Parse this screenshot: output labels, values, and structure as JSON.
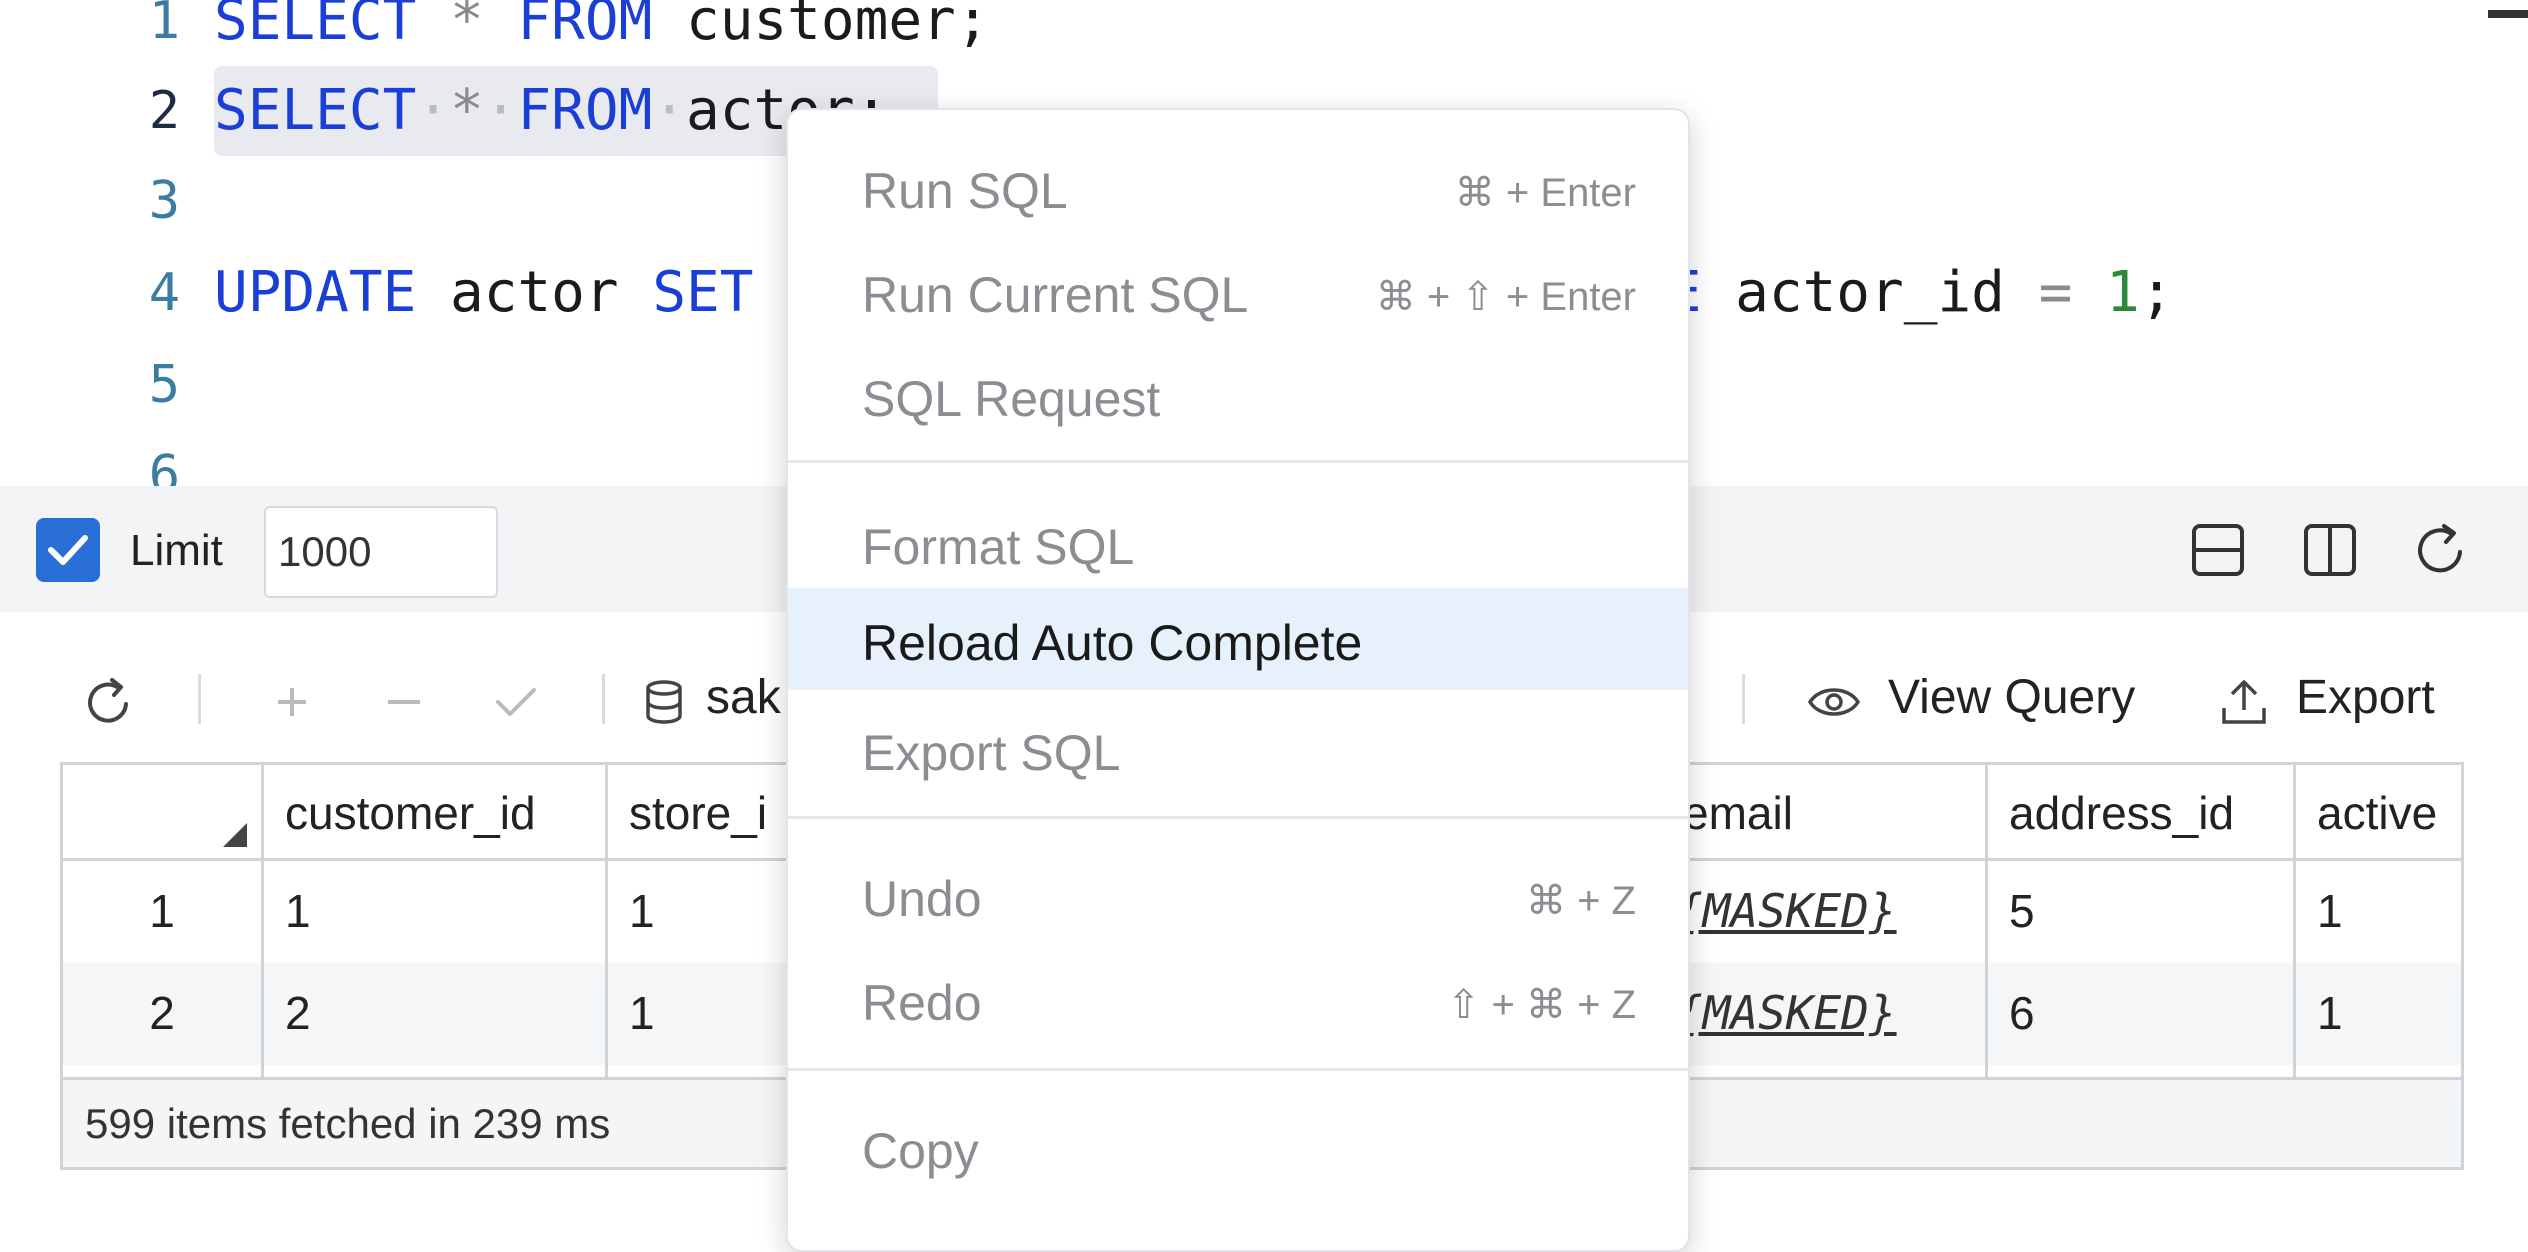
{
  "editor": {
    "lines": [
      {
        "num": "1",
        "segments": [
          [
            "kw",
            "SELECT"
          ],
          [
            "",
            ""
          ],
          [
            "op",
            " * "
          ],
          [
            "kw",
            "FROM"
          ],
          [
            "",
            " customer;"
          ]
        ]
      },
      {
        "num": "2",
        "segments": [
          [
            "kw",
            "SELECT"
          ],
          [
            "dot",
            "·"
          ],
          [
            "op",
            "*"
          ],
          [
            "dot",
            "·"
          ],
          [
            "kw",
            "FROM"
          ],
          [
            "dot",
            "·"
          ],
          [
            "",
            "actor;"
          ]
        ]
      },
      {
        "num": "3",
        "segments": []
      },
      {
        "num": "4",
        "segments": [
          [
            "kw",
            "UPDATE"
          ],
          [
            "",
            " actor "
          ],
          [
            "kw",
            "SET"
          ]
        ]
      },
      {
        "num": "5",
        "segments": []
      },
      {
        "num": "6",
        "segments": []
      }
    ],
    "line4_tail": [
      [
        "kw",
        "RE"
      ],
      [
        "",
        " actor_id "
      ],
      [
        "op",
        "="
      ],
      [
        "",
        " "
      ],
      [
        "num",
        "1"
      ],
      [
        "",
        ";"
      ]
    ]
  },
  "options": {
    "limit_label": "Limit",
    "limit_value": "1000",
    "limit_checked": true
  },
  "toolbar": {
    "datasource_label": "sak",
    "view_query_label": "View Query",
    "export_label": "Export"
  },
  "grid": {
    "columns": [
      {
        "key": "rownum",
        "label": ""
      },
      {
        "key": "customer_id",
        "label": "customer_id"
      },
      {
        "key": "store_id",
        "label": "store_i"
      },
      {
        "key": "email",
        "label": "email"
      },
      {
        "key": "address_id",
        "label": "address_id"
      },
      {
        "key": "active",
        "label": "active"
      }
    ],
    "rows": [
      {
        "rownum": "1",
        "customer_id": "1",
        "store_id": "1",
        "email": "{MASKED}",
        "address_id": "5",
        "active": "1"
      },
      {
        "rownum": "2",
        "customer_id": "2",
        "store_id": "1",
        "email": "{MASKED}",
        "address_id": "6",
        "active": "1"
      }
    ],
    "status": "599 items fetched in 239 ms"
  },
  "context_menu": {
    "items": [
      {
        "label": "Run SQL",
        "shortcut": "⌘ + Enter"
      },
      {
        "label": "Run Current SQL",
        "shortcut": "⌘ + ⇧ + Enter"
      },
      {
        "label": "SQL Request",
        "shortcut": ""
      },
      {
        "label": "Format SQL",
        "shortcut": ""
      },
      {
        "label": "Reload Auto Complete",
        "shortcut": ""
      },
      {
        "label": "Export SQL",
        "shortcut": ""
      },
      {
        "label": "Undo",
        "shortcut": "⌘ + Z"
      },
      {
        "label": "Redo",
        "shortcut": "⇧ + ⌘ + Z"
      },
      {
        "label": "Copy",
        "shortcut": ""
      }
    ],
    "highlighted": "Reload Auto Complete"
  }
}
